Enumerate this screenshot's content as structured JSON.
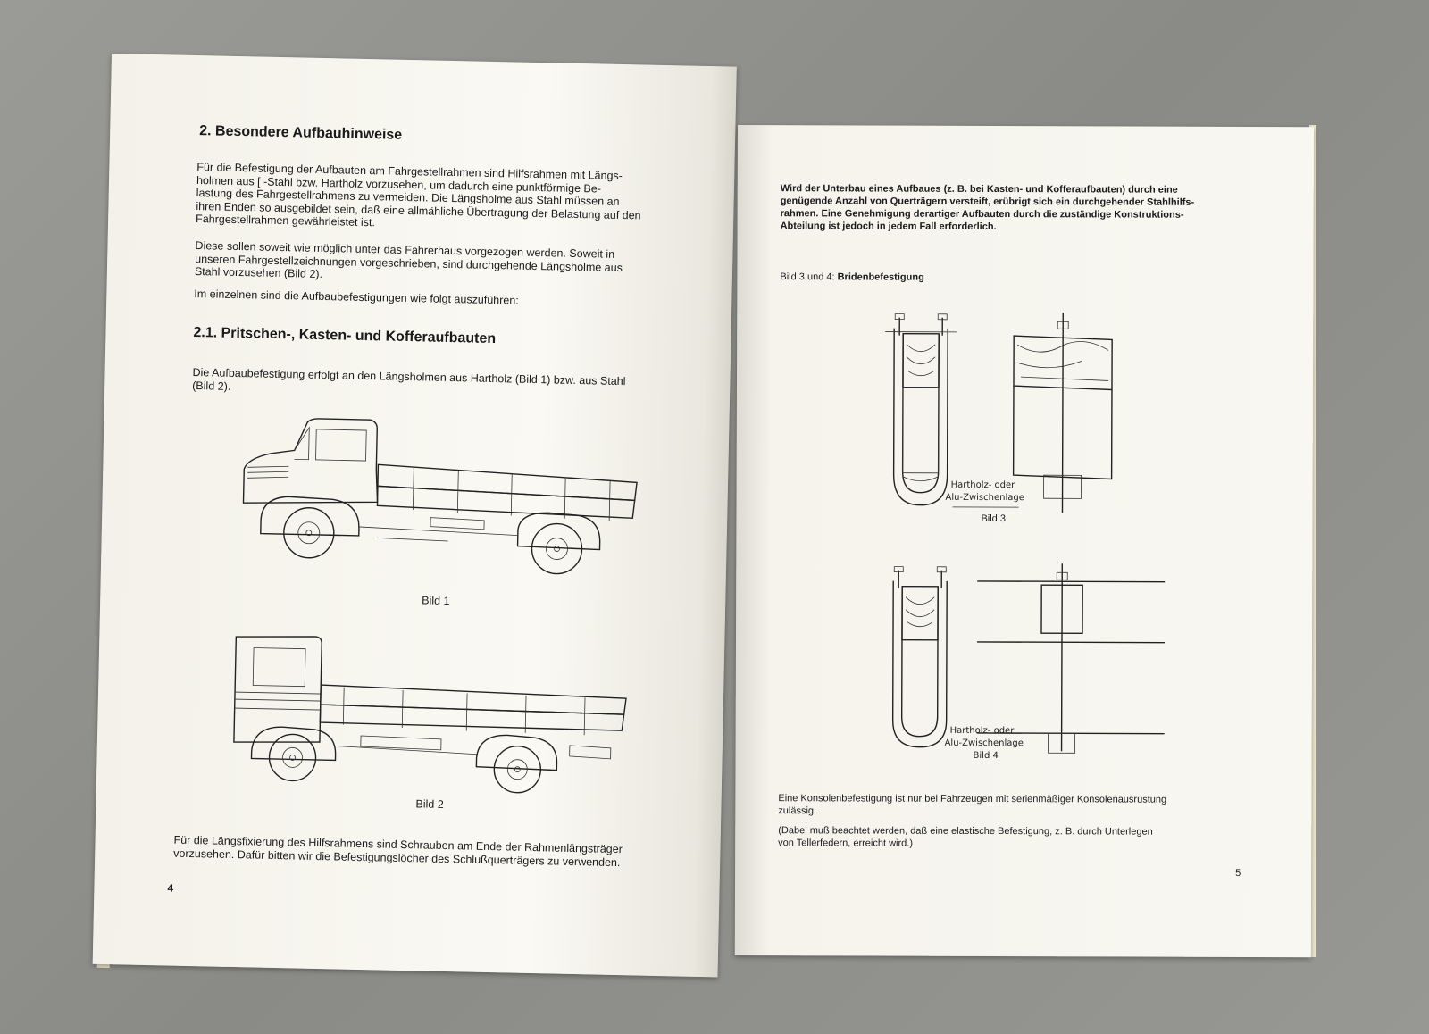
{
  "left_page": {
    "heading": "2. Besondere Aufbauhinweise",
    "p1": "Für die Befestigung der Aufbauten am Fahrgestellrahmen sind Hilfsrahmen mit Längs-\nholmen aus [ -Stahl bzw. Hartholz vorzusehen, um dadurch eine punktförmige Be-\nlastung des Fahrgestellrahmens zu vermeiden. Die Längsholme aus Stahl müssen an\nihren Enden so ausgebildet sein, daß eine allmähliche Übertragung der Belastung auf den\nFahrgestellrahmen gewährleistet ist.",
    "p2": "Diese sollen soweit wie möglich unter das Fahrerhaus vorgezogen werden. Soweit in\nunseren Fahrgestellzeichnungen vorgeschrieben, sind durchgehende Längsholme aus\nStahl vorzusehen (Bild 2).",
    "p3": "Im einzelnen sind die Aufbaubefestigungen wie folgt auszuführen:",
    "subheading": "2.1. Pritschen-, Kasten- und Kofferaufbauten",
    "p4": "Die Aufbaubefestigung erfolgt an den Längsholmen aus Hartholz (Bild 1) bzw. aus Stahl\n(Bild 2).",
    "caption1": "Bild 1",
    "caption2": "Bild 2",
    "p5": "Für die Längsfixierung des Hilfsrahmens sind Schrauben am Ende der Rahmenlängsträger\nvorzusehen. Dafür bitten wir die Befestigungslöcher des Schlußquerträgers zu verwenden.",
    "page_number": "4"
  },
  "right_page": {
    "p1": "Wird der Unterbau eines Aufbaues (z. B. bei Kasten- und Kofferaufbauten) durch eine\ngenügende Anzahl von Querträgern versteift, erübrigt sich ein durchgehender Stahlhilfs-\nrahmen. Eine Genehmigung derartiger Aufbauten durch die zuständige Konstruktions-\nAbteilung ist jedoch in jedem Fall erforderlich.",
    "figure_prefix": "Bild 3 und 4: ",
    "figure_title": "Bridenbefestigung",
    "label_top_1": "Hartholz- oder",
    "label_top_2": "Alu-Zwischenlage",
    "caption3": "Bild 3",
    "label_bot_1": "Hartholz- oder",
    "label_bot_2": "Alu-Zwischenlage",
    "caption4": "Bild 4",
    "p2": "Eine Konsolenbefestigung ist nur bei Fahrzeugen mit serienmäßiger Konsolenausrüstung\nzulässig.",
    "p3": "(Dabei muß beachtet werden, daß eine elastische Befestigung, z. B. durch Unterlegen\nvon Tellerfedern, erreicht wird.)",
    "page_number": "5"
  }
}
